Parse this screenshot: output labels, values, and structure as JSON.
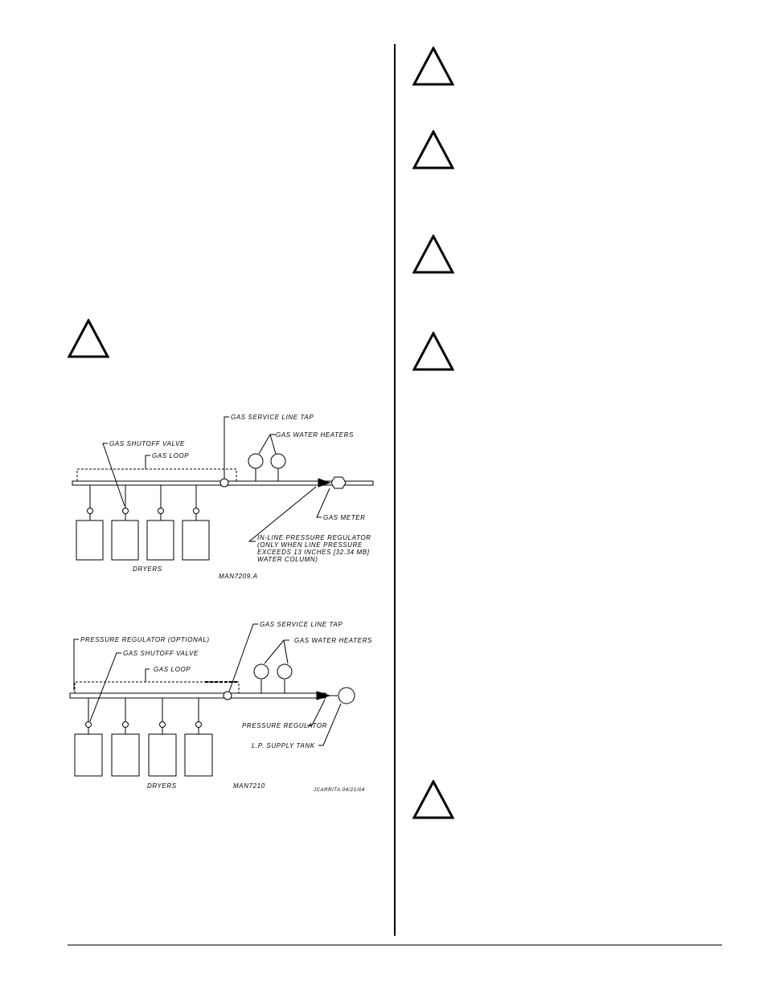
{
  "diagram1": {
    "service_tap": "GAS SERVICE LINE TAP",
    "water_heaters": "GAS WATER HEATERS",
    "shutoff_valve": "GAS SHUTOFF VALVE",
    "gas_loop": "GAS LOOP",
    "gas_meter": "GAS METER",
    "regulator_line1": "IN-LINE PRESSURE REGULATOR",
    "regulator_line2": "(ONLY WHEN LINE PRESSURE",
    "regulator_line3": "EXCEEDS 13 INCHES [32.34 MB]",
    "regulator_line4": "WATER COLUMN)",
    "dryers": "DRYERS",
    "figure_id": "MAN7209.A"
  },
  "diagram2": {
    "service_tap": "GAS SERVICE LINE TAP",
    "pressure_reg_optional": "PRESSURE REGULATOR (OPTIONAL)",
    "water_heaters": "GAS WATER HEATERS",
    "shutoff_valve": "GAS SHUTOFF VALVE",
    "gas_loop": "GAS LOOP",
    "pressure_regulator": "PRESSURE REGULATOR",
    "lp_tank": "L.P. SUPPLY TANK",
    "dryers": "DRYERS",
    "figure_id": "MAN7210",
    "drafter": "JCARRITA 04/21/04"
  },
  "icons": {
    "warning": "warning-triangle-icon"
  }
}
